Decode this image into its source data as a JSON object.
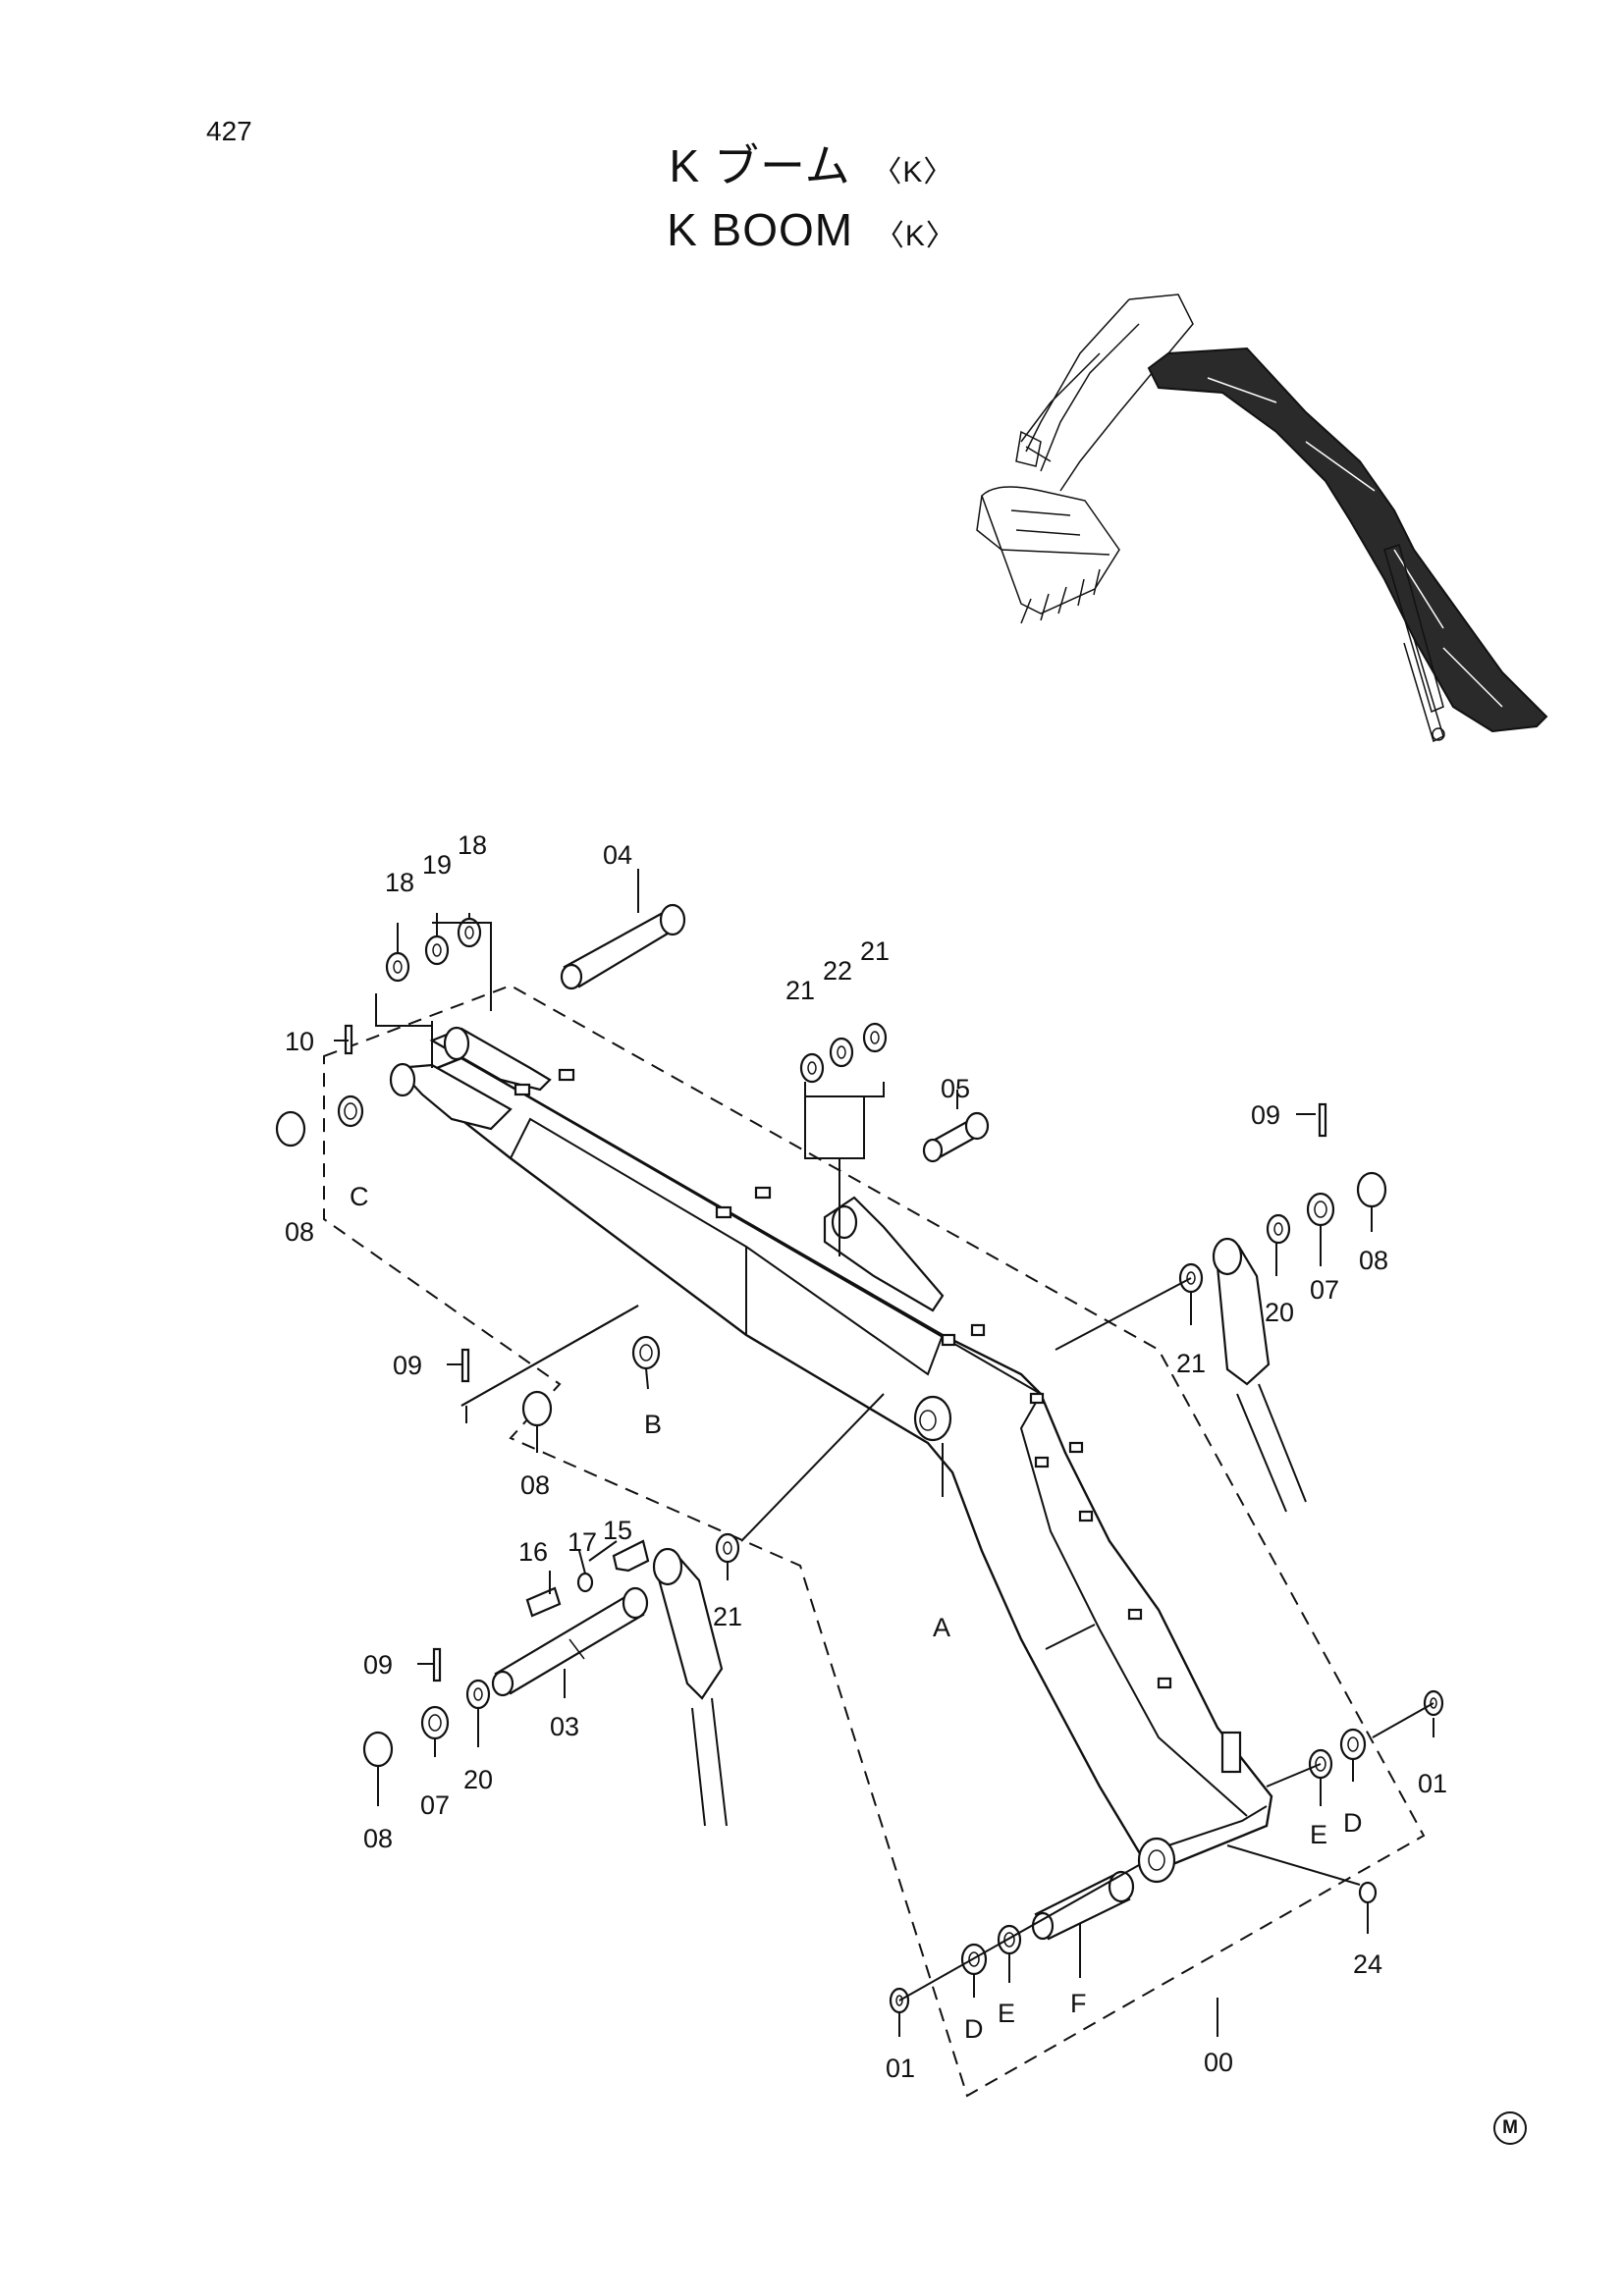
{
  "page_number": "427",
  "title": {
    "jp_prefix": "K",
    "jp_name": "ブーム",
    "jp_variant": "〈K〉",
    "en_prefix": "K",
    "en_name": "BOOM",
    "en_variant": "〈K〉"
  },
  "callouts": {
    "c18a": "18",
    "c19": "19",
    "c18b": "18",
    "c04": "04",
    "c10": "10",
    "cC": "C",
    "c08a": "08",
    "c21a": "21",
    "c22": "22",
    "c21b": "21",
    "c05": "05",
    "c09a": "09",
    "c08b": "08",
    "c20a": "20",
    "c07a": "07",
    "c21c": "21",
    "c09b": "09",
    "cB": "B",
    "c08c": "08",
    "c15": "15",
    "c17": "17",
    "c16": "16",
    "c21d": "21",
    "cA": "A",
    "c09c": "09",
    "c03": "03",
    "c20b": "20",
    "c07b": "07",
    "c08d": "08",
    "c01a": "01",
    "cEa": "E",
    "cDa": "D",
    "c24": "24",
    "cF": "F",
    "cEb": "E",
    "cDb": "D",
    "c01b": "01",
    "c00": "00"
  },
  "mark": "M"
}
